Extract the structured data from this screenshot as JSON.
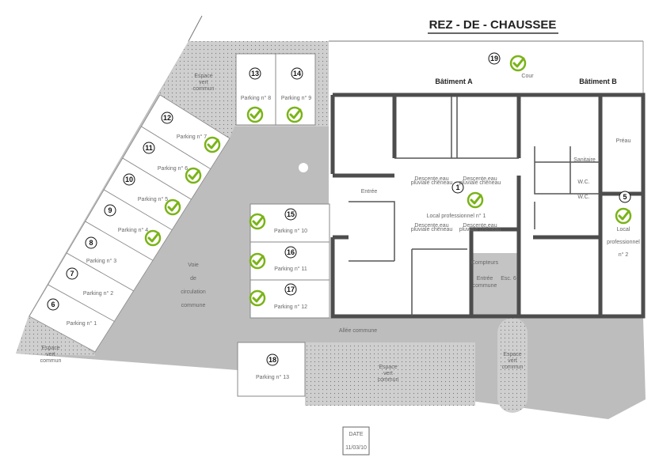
{
  "title": "REZ - DE - CHAUSSEE",
  "accent_color": "#7ab317",
  "buildings": {
    "a": "Bâtiment A",
    "b": "Bâtiment B"
  },
  "units": [
    {
      "num": "19",
      "label": "Cour",
      "available": true
    },
    {
      "num": "13",
      "label": "Parking n° 8",
      "available": true
    },
    {
      "num": "14",
      "label": "Parking n° 9",
      "available": true
    },
    {
      "num": "12",
      "label": "Parking n° 7",
      "available": true
    },
    {
      "num": "11",
      "label": "Parking n° 6",
      "available": true
    },
    {
      "num": "10",
      "label": "Parking n° 5",
      "available": true
    },
    {
      "num": "9",
      "label": "Parking n° 4",
      "available": true
    },
    {
      "num": "8",
      "label": "Parking n° 3",
      "available": false
    },
    {
      "num": "7",
      "label": "Parking n° 2",
      "available": false
    },
    {
      "num": "6",
      "label": "Parking n° 1",
      "available": false
    },
    {
      "num": "15",
      "label": "Parking n° 10",
      "available": true
    },
    {
      "num": "16",
      "label": "Parking n° 11",
      "available": true
    },
    {
      "num": "17",
      "label": "Parking n° 12",
      "available": true
    },
    {
      "num": "18",
      "label": "Parking n° 13",
      "available": false
    },
    {
      "num": "1",
      "label": "Local professionnel n° 1",
      "available": true
    },
    {
      "num": "5",
      "label": "Local professionnel n° 2",
      "available": true
    }
  ],
  "local2_lines": [
    "Local",
    "professionnel",
    "n° 2"
  ],
  "rooms": {
    "preau": "Préau",
    "sanitaire": "Sanitaire",
    "wc1": "W.C.",
    "wc2": "W.C.",
    "entree": "Entrée",
    "entree_commune": [
      "Entrée",
      "commune"
    ],
    "escalier": "Esc. 6",
    "compteurs": "Compteurs",
    "descente": [
      "Descente eau",
      "pluviale chêneau"
    ]
  },
  "common": {
    "voie": [
      "Voie",
      "de",
      "circulation",
      "commune"
    ],
    "allee": "Allée commune",
    "espace_vert": [
      "Espace",
      "vert",
      "commun"
    ]
  },
  "date_box": {
    "label": "DATE",
    "value": "11/03/10"
  }
}
